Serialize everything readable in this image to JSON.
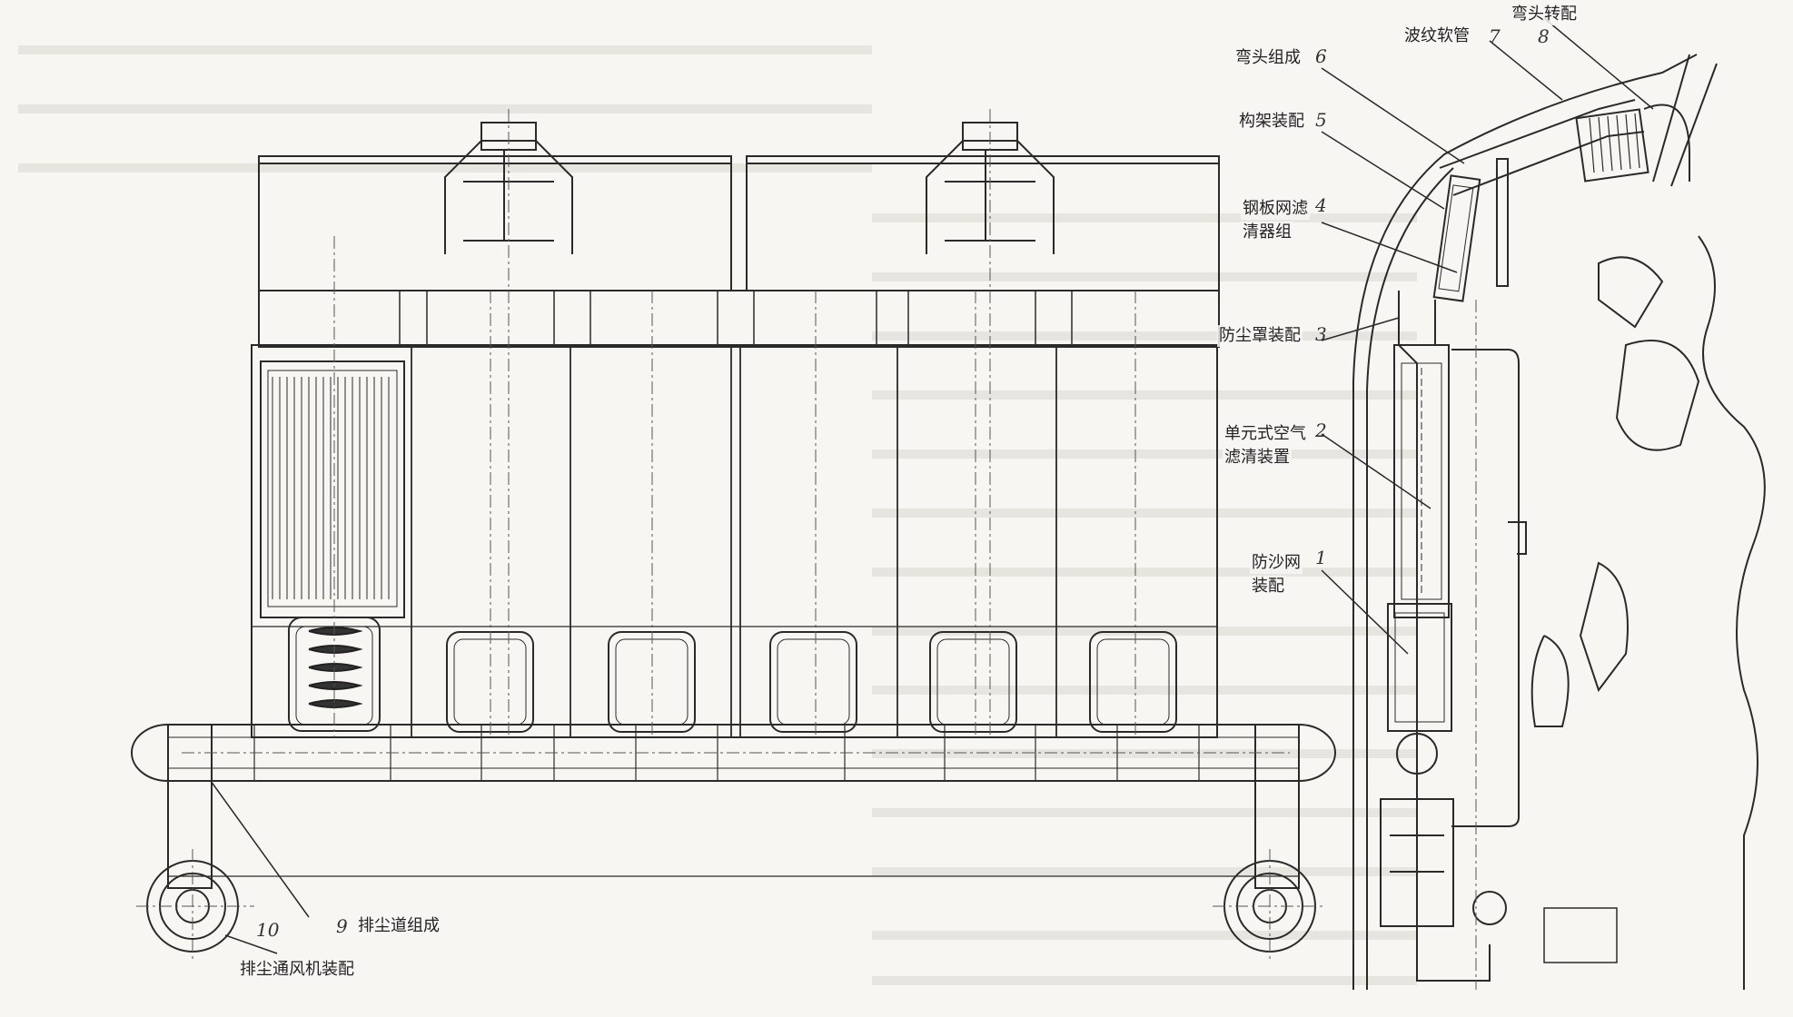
{
  "callouts": [
    {
      "id": "c1",
      "number": "1",
      "label_lines": [
        "防沙网",
        "装配"
      ]
    },
    {
      "id": "c2",
      "number": "2",
      "label_lines": [
        "单元式空气",
        "滤清装置"
      ]
    },
    {
      "id": "c3",
      "number": "3",
      "label_lines": [
        "防尘罩装配"
      ]
    },
    {
      "id": "c4",
      "number": "4",
      "label_lines": [
        "钢板网滤",
        "清器组"
      ]
    },
    {
      "id": "c5",
      "number": "5",
      "label_lines": [
        "构架装配"
      ]
    },
    {
      "id": "c6",
      "number": "6",
      "label_lines": [
        "弯头组成"
      ]
    },
    {
      "id": "c7",
      "number": "7",
      "label_lines": [
        "波纹软管"
      ]
    },
    {
      "id": "c8",
      "number": "8",
      "label_lines": [
        "弯头转配"
      ]
    },
    {
      "id": "c9",
      "number": "9",
      "label_lines": [
        "排尘道组成"
      ]
    },
    {
      "id": "c10",
      "number": "10",
      "label_lines": [
        "排尘通风机装配"
      ]
    }
  ],
  "colors": {
    "line": "#2a2a2a",
    "paper": "#f7f6f3",
    "faint": "#bdbab3"
  }
}
